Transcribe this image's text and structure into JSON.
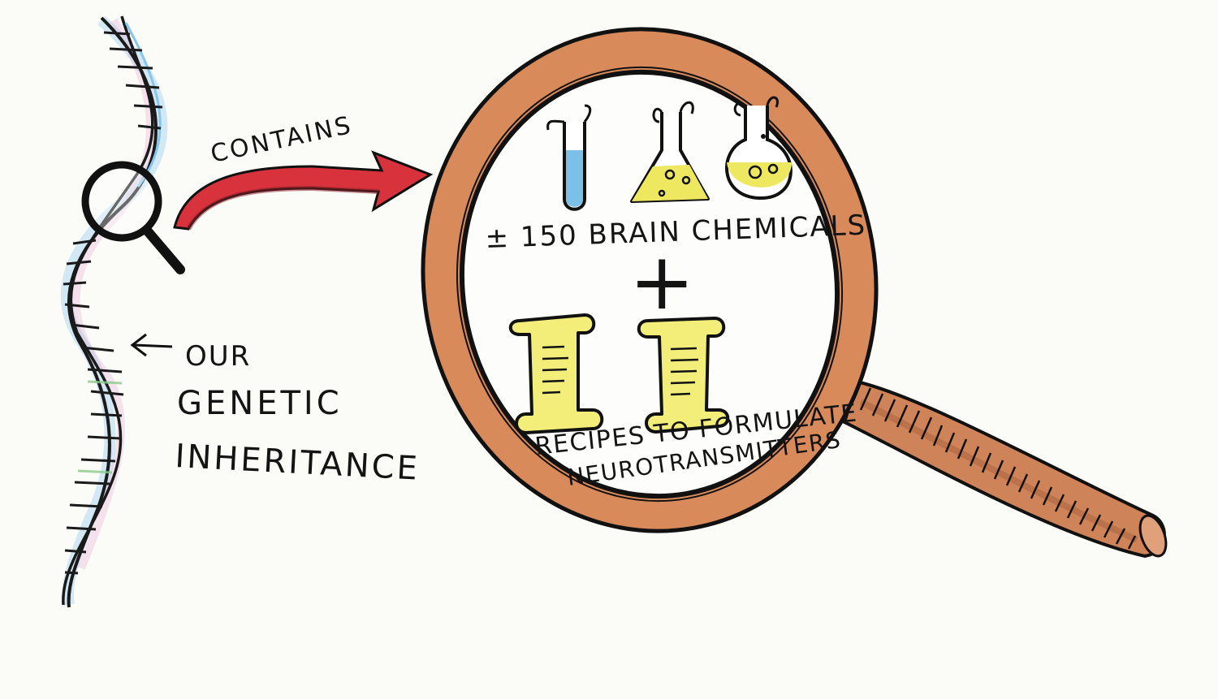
{
  "labels": {
    "contains": "CONTAINS",
    "genetic_line1": "OUR",
    "genetic_line2": "GENETIC",
    "genetic_line3": "INHERITANCE",
    "chemicals": "± 150 BRAIN CHEMICALS",
    "plus": "+",
    "recipes_line1": "RECIPES TO FORMULATE",
    "recipes_line2": "NEUROTRANSMITTERS"
  },
  "colors": {
    "paper": "#fbfbf8",
    "ink": "#141414",
    "lens_rim": "#d98a5a",
    "handle": "#cf8358",
    "arrow_red": "#d8323c",
    "liquid_blue": "#7cc0e8",
    "liquid_yellow": "#eee760",
    "scroll_yellow": "#f3ee7a",
    "dna_blue": "#86c6ee",
    "dna_pink": "#e6a4cf",
    "dna_green": "#8ccc8a"
  }
}
